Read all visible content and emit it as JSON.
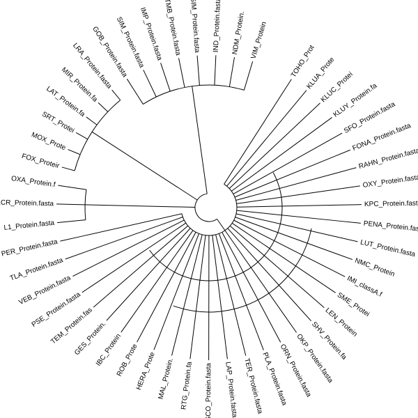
{
  "diagram": {
    "type": "circular-phylogenetic-tree",
    "line_color": "#000000",
    "background": "#ffffff",
    "tips": [
      {
        "id": "t0",
        "label": "TOHO_Prot"
      },
      {
        "id": "t1",
        "label": "KLUA_Prote"
      },
      {
        "id": "t2",
        "label": "KLUC_Protei"
      },
      {
        "id": "t3",
        "label": "KLUY_Protein.fa"
      },
      {
        "id": "t4",
        "label": "SFO_Protein.fasta"
      },
      {
        "id": "t5",
        "label": "FONA_Protein.fasta"
      },
      {
        "id": "t6",
        "label": "RAHN_Protein.fasta"
      },
      {
        "id": "t7",
        "label": "OXY_Protein.fasta"
      },
      {
        "id": "t8",
        "label": "KPC_Protein.fasta"
      },
      {
        "id": "t9",
        "label": "PENA_Protein.fasta"
      },
      {
        "id": "t10",
        "label": "LUT_Protein.fasta"
      },
      {
        "id": "t11",
        "label": "NMC_Protein"
      },
      {
        "id": "t12",
        "label": "IMI_classA.f"
      },
      {
        "id": "t13",
        "label": "SME_Protei"
      },
      {
        "id": "t14",
        "label": "LEN_Protein"
      },
      {
        "id": "t15",
        "label": "SHV_Protein.fa"
      },
      {
        "id": "t16",
        "label": "OKP_Protein.fasta"
      },
      {
        "id": "t17",
        "label": "ORN_Protein.fasta"
      },
      {
        "id": "t18",
        "label": "PLA_Protein.fasta"
      },
      {
        "id": "t19",
        "label": "TER_Protein.fasta"
      },
      {
        "id": "t20",
        "label": "LAP_Protein.fasta"
      },
      {
        "id": "t21",
        "label": "SCO_Protein.fasta"
      },
      {
        "id": "t22",
        "label": "RTG_Protein.fa"
      },
      {
        "id": "t23",
        "label": "MAL_Protein."
      },
      {
        "id": "t24",
        "label": "HERA_Prote"
      },
      {
        "id": "t25",
        "label": "ROB_Prote"
      },
      {
        "id": "t26",
        "label": "IBC_Protein"
      },
      {
        "id": "t27",
        "label": "GES_Protein."
      },
      {
        "id": "t28",
        "label": "TEM_Protein.fas"
      },
      {
        "id": "t29",
        "label": "PSE_Protein.fasta"
      },
      {
        "id": "t30",
        "label": "VEB_Protein.fasta"
      },
      {
        "id": "t31",
        "label": "TLA_Protein.fasta"
      },
      {
        "id": "t32",
        "label": "PER_Protein.fasta"
      },
      {
        "id": "t33",
        "label": "L1_Protein.fasta"
      },
      {
        "id": "t34",
        "label": "LCR_Protein.fasta"
      },
      {
        "id": "t35",
        "label": "OXA_Protein.f"
      },
      {
        "id": "t36",
        "label": "FOX_Proteir"
      },
      {
        "id": "t37",
        "label": "MOX_Prote"
      },
      {
        "id": "t38",
        "label": "SRT_Protei"
      },
      {
        "id": "t39",
        "label": "LAT_Protein.fa"
      },
      {
        "id": "t40",
        "label": "MIR_Protein.fa"
      },
      {
        "id": "t41",
        "label": "LRA_Protein.fasta"
      },
      {
        "id": "t42",
        "label": "GOB_Protein.fasta"
      },
      {
        "id": "t43",
        "label": "SIM_Protein.fasta"
      },
      {
        "id": "t44",
        "label": "IMP_Protein.fasta"
      },
      {
        "id": "t45",
        "label": "TMB_Protein.fasta"
      },
      {
        "id": "t46",
        "label": "GIM_Protein.fasta"
      },
      {
        "id": "t47",
        "label": "IND_Protein.fasta"
      },
      {
        "id": "t48",
        "label": "NDM_Protein."
      },
      {
        "id": "t49",
        "label": "VIM_Protein"
      }
    ],
    "clades": {
      "c_cmy": [
        "t36",
        "t37",
        "t38",
        "t39",
        "t40",
        "t41"
      ],
      "c_mbl": [
        "t42",
        "t43",
        "t44",
        "t45",
        "t46",
        "t47",
        "t48",
        "t49"
      ],
      "c_d": [
        "t33",
        "t34",
        "t35"
      ],
      "c_big": [
        "t0",
        "t1",
        "t2",
        "t3",
        "t4",
        "t5",
        "t6",
        "t7",
        "t8",
        "t9",
        "t10",
        "t11",
        "t12",
        "t13",
        "t14",
        "t15",
        "t16",
        "t17",
        "t18",
        "t19",
        "t20",
        "t21",
        "t22",
        "t23",
        "t24",
        "t25",
        "t26",
        "t27",
        "t28",
        "t29",
        "t30",
        "t31",
        "t32"
      ]
    }
  }
}
